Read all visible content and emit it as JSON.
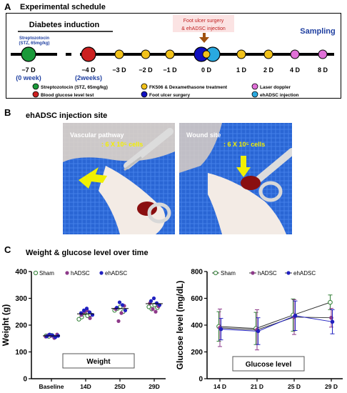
{
  "panel_a": {
    "letter": "A",
    "title": "Experimental schedule",
    "diabetes_induction": "Diabetes induction",
    "streptozotocin_line1": "Streptozotocin",
    "streptozotocin_line2": "(STZ, 65mg/kg)",
    "surgery_line1": "Foot ulcer surgery",
    "surgery_line2": "& ehADSC injection",
    "sampling": "Sampling",
    "timepoints": [
      "−7 D",
      "−4 D",
      "−3 D",
      "−2 D",
      "−1 D",
      "0 D",
      "1 D",
      "2 D",
      "4 D",
      "8 D"
    ],
    "week0": "(0 week)",
    "week2": "(2weeks)",
    "legend": [
      {
        "label": "Streptozotocin (STZ, 65mg/kg)",
        "color": "#1a9a3a"
      },
      {
        "label": "Blood glucose level test",
        "color": "#cc2020"
      },
      {
        "label": "FK506 & Dexamethasone treatment",
        "color": "#f2c21a"
      },
      {
        "label": "Foot ulcer surgery",
        "color": "#1010c0"
      },
      {
        "label": "Laser doppler",
        "color": "#e070d8"
      },
      {
        "label": "ehADSC  injection",
        "color": "#29a9e0"
      }
    ]
  },
  "panel_b": {
    "letter": "B",
    "title": "ehADSC injection site",
    "photo1_label": "Vascular pathway",
    "photo1_cells": ": 6 X 10⁵ cells",
    "photo2_label": "Wound site",
    "photo2_cells": ": 6 X 10⁵ cells"
  },
  "panel_c": {
    "letter": "C",
    "title": "Weight & glucose level over time"
  },
  "colors": {
    "sham": "#2e7d32",
    "hadsc": "#8e3a8a",
    "ehadsc": "#2020c0",
    "accent_blue": "#1f3fa0"
  },
  "chart_data": [
    {
      "type": "scatter",
      "ylabel": "Weight (g)",
      "box_label": "Weight",
      "categories": [
        "Baseline",
        "14D",
        "25D",
        "29D"
      ],
      "ylim": [
        0,
        400
      ],
      "yticks": [
        "0",
        "100",
        "200",
        "300",
        "400"
      ],
      "series": [
        {
          "name": "Sham",
          "values": [
            [
              160,
              158,
              162,
              155
            ],
            [
              222,
              230,
              245,
              235,
              240
            ],
            [
              255,
              262,
              268,
              250
            ],
            [
              268,
              260,
              275,
              265
            ]
          ]
        },
        {
          "name": "hADSC",
          "values": [
            [
              157,
              163,
              160,
              152,
              165
            ],
            [
              238,
              250,
              255,
              226
            ],
            [
              260,
              215,
              245,
              272
            ],
            [
              282,
              260,
              250,
              270
            ]
          ]
        },
        {
          "name": "ehADSC",
          "values": [
            [
              158,
              165,
              162,
              155,
              160
            ],
            [
              245,
              255,
              262,
              248,
              238
            ],
            [
              265,
              285,
              275,
              255
            ],
            [
              290,
              300,
              282,
              275
            ]
          ]
        }
      ],
      "means": [
        160,
        242,
        262,
        280
      ]
    },
    {
      "type": "line",
      "ylabel": "Glucose level (mg/dL)",
      "box_label": "Glucose level",
      "categories": [
        "14 D",
        "21 D",
        "25 D",
        "29 D"
      ],
      "ylim": [
        0,
        800
      ],
      "yticks": [
        "0",
        "200",
        "400",
        "600",
        "800"
      ],
      "series": [
        {
          "name": "Sham",
          "values": [
            390,
            375,
            475,
            570
          ],
          "errors": [
            110,
            120,
            120,
            55
          ]
        },
        {
          "name": "hADSC",
          "values": [
            380,
            365,
            460,
            455
          ],
          "errors": [
            140,
            150,
            130,
            70
          ]
        },
        {
          "name": "ehADSC",
          "values": [
            370,
            355,
            470,
            425
          ],
          "errors": [
            80,
            100,
            110,
            90
          ]
        }
      ]
    }
  ]
}
